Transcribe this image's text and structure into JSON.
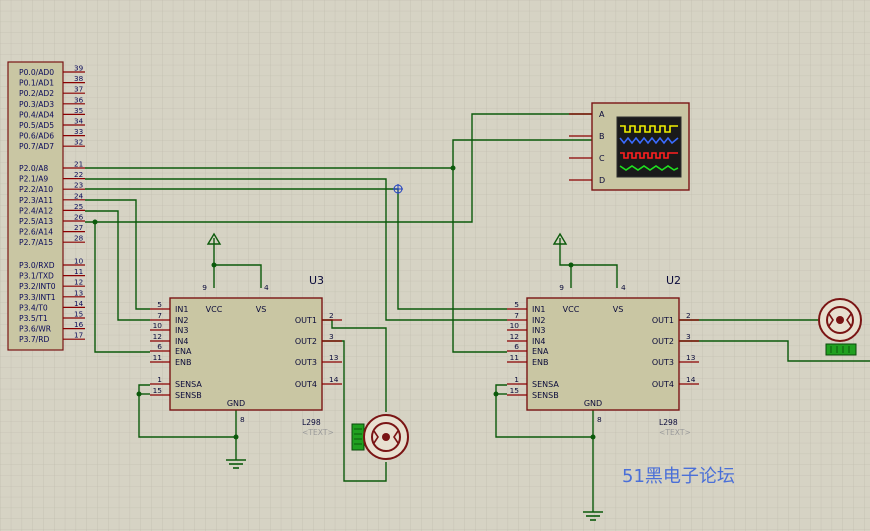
{
  "mcu": {
    "port0": [
      {
        "label": "P0.0/AD0",
        "pin": "39"
      },
      {
        "label": "P0.1/AD1",
        "pin": "38"
      },
      {
        "label": "P0.2/AD2",
        "pin": "37"
      },
      {
        "label": "P0.3/AD3",
        "pin": "36"
      },
      {
        "label": "P0.4/AD4",
        "pin": "35"
      },
      {
        "label": "P0.5/AD5",
        "pin": "34"
      },
      {
        "label": "P0.6/AD6",
        "pin": "33"
      },
      {
        "label": "P0.7/AD7",
        "pin": "32"
      }
    ],
    "port2": [
      {
        "label": "P2.0/A8",
        "pin": "21"
      },
      {
        "label": "P2.1/A9",
        "pin": "22"
      },
      {
        "label": "P2.2/A10",
        "pin": "23"
      },
      {
        "label": "P2.3/A11",
        "pin": "24"
      },
      {
        "label": "P2.4/A12",
        "pin": "25"
      },
      {
        "label": "P2.5/A13",
        "pin": "26"
      },
      {
        "label": "P2.6/A14",
        "pin": "27"
      },
      {
        "label": "P2.7/A15",
        "pin": "28"
      }
    ],
    "port3": [
      {
        "label": "P3.0/RXD",
        "pin": "10"
      },
      {
        "label": "P3.1/TXD",
        "pin": "11"
      },
      {
        "label": "P3.2/INT0",
        "pin": "12"
      },
      {
        "label": "P3.3/INT1",
        "pin": "13"
      },
      {
        "label": "P3.4/T0",
        "pin": "14"
      },
      {
        "label": "P3.5/T1",
        "pin": "15"
      },
      {
        "label": "P3.6/WR",
        "pin": "16"
      },
      {
        "label": "P3.7/RD",
        "pin": "17"
      }
    ]
  },
  "drivers": [
    {
      "ref": "U3",
      "part": "L298",
      "text": "<TEXT>"
    },
    {
      "ref": "U2",
      "part": "L298",
      "text": "<TEXT>"
    }
  ],
  "l298": {
    "left_pins": [
      {
        "name": "IN1",
        "num": "5"
      },
      {
        "name": "IN2",
        "num": "7"
      },
      {
        "name": "IN3",
        "num": "10"
      },
      {
        "name": "IN4",
        "num": "12"
      },
      {
        "name": "ENA",
        "num": "6"
      },
      {
        "name": "ENB",
        "num": "11"
      }
    ],
    "sense_pins": [
      {
        "name": "SENSA",
        "num": "1"
      },
      {
        "name": "SENSB",
        "num": "15"
      }
    ],
    "right_pins": [
      {
        "name": "OUT1",
        "num": "2"
      },
      {
        "name": "OUT2",
        "num": "3"
      },
      {
        "name": "OUT3",
        "num": "13"
      },
      {
        "name": "OUT4",
        "num": "14"
      }
    ],
    "top_pins": [
      {
        "name": "VCC",
        "num": "9"
      },
      {
        "name": "VS",
        "num": "4"
      }
    ],
    "bottom_pin": {
      "name": "GND",
      "num": "8"
    }
  },
  "scope": {
    "channels": [
      "A",
      "B",
      "C",
      "D"
    ]
  },
  "watermark": "51黑电子论坛",
  "colors": {
    "background": "#d6d3c4",
    "grid": "#bcb9aa",
    "wire": "#0b5a0b",
    "body_fill": "#c9c6a3",
    "body_stroke": "#7a1414",
    "pin": "#8b0000",
    "junction": "#0b5a0b",
    "ch_a": "#f0f000",
    "ch_b": "#3a6bff",
    "ch_c": "#ff2020",
    "ch_d": "#20e020",
    "watermark": "#4a6fd8"
  }
}
